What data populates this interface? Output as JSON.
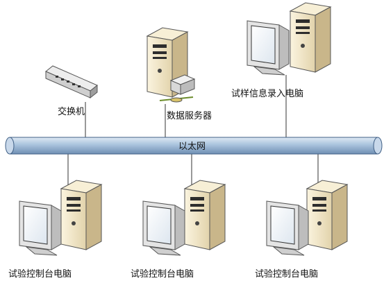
{
  "network": {
    "bus_label": "以太网"
  },
  "nodes": {
    "switch": {
      "label": "交换机",
      "icon": "network-switch-icon"
    },
    "data_server": {
      "label": "数据服务器",
      "icon": "server-icon"
    },
    "entry_pc": {
      "label": "试样信息录入电脑",
      "icon": "desktop-computer-icon"
    },
    "control_pcs": [
      {
        "label": "试验控制台电脑",
        "icon": "desktop-computer-icon"
      },
      {
        "label": "试验控制台电脑",
        "icon": "desktop-computer-icon"
      },
      {
        "label": "试验控制台电脑",
        "icon": "desktop-computer-icon"
      }
    ]
  },
  "colors": {
    "bus_fill": "#a9c3dd",
    "bus_stroke": "#3f5f85",
    "case_fill": "#efe3c2",
    "monitor_frame": "#dcdcdc"
  }
}
